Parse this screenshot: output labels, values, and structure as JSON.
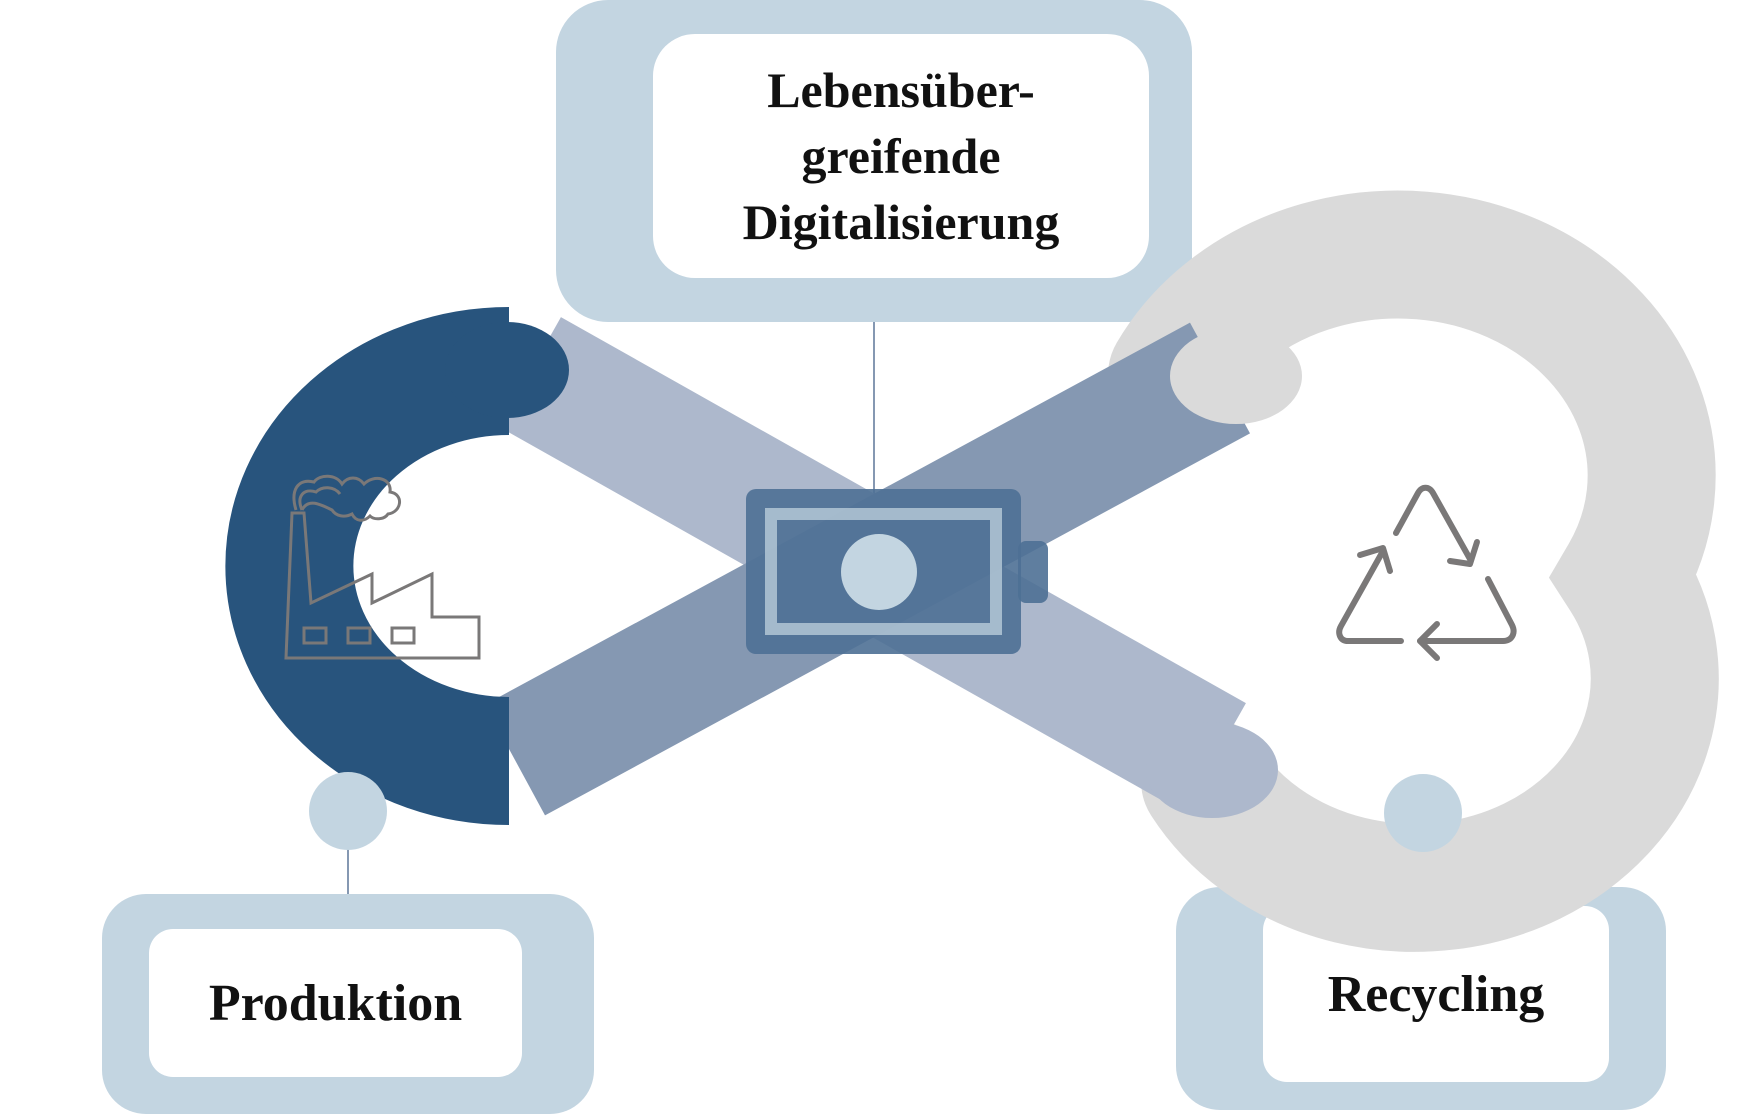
{
  "diagram": {
    "top_label": "Lebensüber-\ngreifende\nDigitalisierung",
    "left_label": "Produktion",
    "right_label": "Recycling",
    "icons": {
      "left": "factory-icon",
      "center": "battery-icon",
      "right": "recycling-icon"
    }
  },
  "colors": {
    "dark_blue": "#28547D",
    "mid_blue": "#8598B2",
    "light_blue_gray": "#ADB8CC",
    "pale_blue": "#C3D5E1",
    "light_gray": "#DADADA",
    "battery_blue": "#4E7095",
    "icon_gray": "#7A7878",
    "text": "#111111"
  }
}
